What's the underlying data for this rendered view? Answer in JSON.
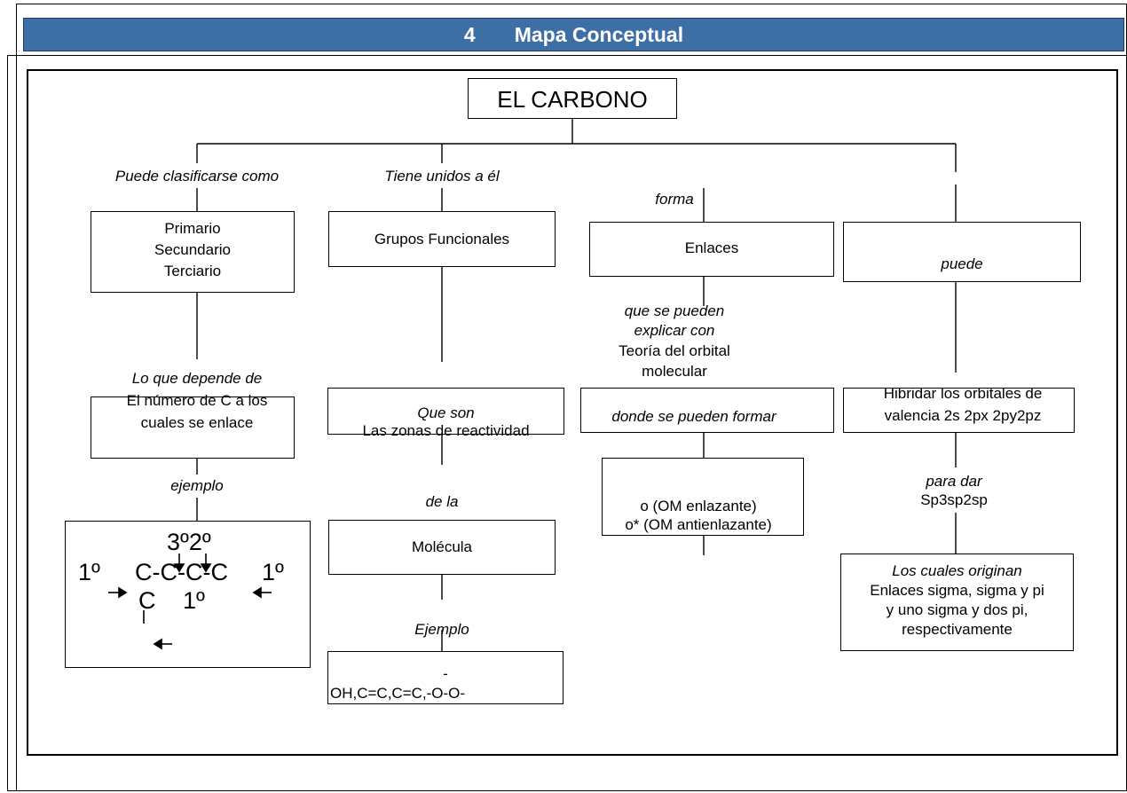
{
  "header": {
    "number": "4",
    "title": "Mapa Conceptual"
  },
  "root": {
    "label": "EL CARBONO"
  },
  "branch1": {
    "link1": "Puede clasificarse como",
    "box1": [
      "Primario",
      "Secundario",
      "Terciario"
    ],
    "link2": "Lo que depende de",
    "box2": [
      "El número de C a los",
      "cuales se enlace"
    ],
    "link3": "ejemplo",
    "structure": {
      "top": "3º2º",
      "left": "1º",
      "chain": "C-C-C-C",
      "right": "1º",
      "bottom_c": "C",
      "bottom_label": "1º"
    }
  },
  "branch2": {
    "link1": "Tiene unidos a él",
    "box1": "Grupos Funcionales",
    "link2": "Que son",
    "box2": "Las zonas de reactividad",
    "link3": "de la",
    "box3": "Molécula",
    "link4": "Ejemplo",
    "box4_line1": "-",
    "box4_line2": "OH,C=C,C=C,-O-O-"
  },
  "branch3": {
    "link1": "forma",
    "box1": "Enlaces",
    "link2": [
      "que se pueden",
      "explicar con"
    ],
    "text1": [
      "Teoría del orbital",
      "molecular"
    ],
    "box2": "donde se pueden formar",
    "box3": [
      "o (OM enlazante)",
      "o* (OM antienlazante)"
    ]
  },
  "branch4": {
    "box1": "puede",
    "box2": [
      "Hibridar los orbitales de",
      "valencia 2s 2px 2py2pz"
    ],
    "link1": "para dar",
    "text1": "Sp3sp2sp",
    "box3_title": "Los cuales originan",
    "box3": [
      "Enlaces sigma, sigma y pi",
      "y uno sigma y dos pi,",
      "respectivamente"
    ]
  }
}
